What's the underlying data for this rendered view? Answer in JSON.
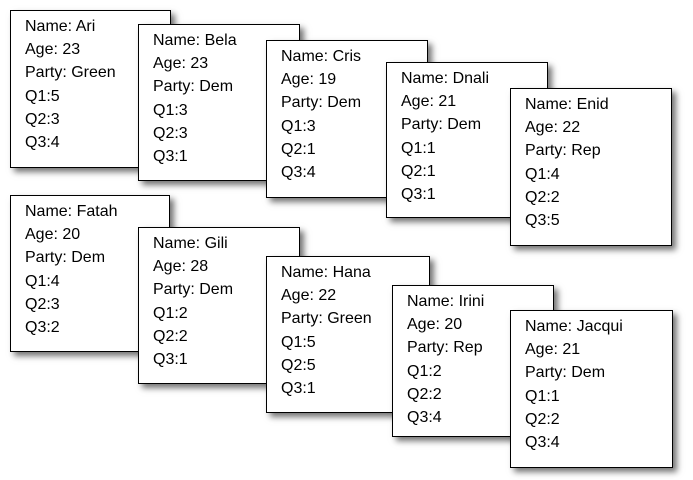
{
  "cards": [
    {
      "name": "Name: Ari",
      "age": "Age: 23",
      "party": "Party: Green",
      "q1": "Q1:5",
      "q2": "Q2:3",
      "q3": "Q3:4"
    },
    {
      "name": "Name: Bela",
      "age": "Age: 23",
      "party": "Party: Dem",
      "q1": "Q1:3",
      "q2": "Q2:3",
      "q3": "Q3:1"
    },
    {
      "name": "Name: Cris",
      "age": "Age: 19",
      "party": "Party: Dem",
      "q1": "Q1:3",
      "q2": "Q2:1",
      "q3": "Q3:4"
    },
    {
      "name": "Name: Dnali",
      "age": "Age: 21",
      "party": "Party: Dem",
      "q1": "Q1:1",
      "q2": "Q2:1",
      "q3": "Q3:1"
    },
    {
      "name": "Name: Enid",
      "age": "Age: 22",
      "party": "Party: Rep",
      "q1": "Q1:4",
      "q2": "Q2:2",
      "q3": "Q3:5"
    },
    {
      "name": "Name: Fatah",
      "age": "Age: 20",
      "party": "Party: Dem",
      "q1": "Q1:4",
      "q2": "Q2:3",
      "q3": "Q3:2"
    },
    {
      "name": "Name: Gili",
      "age": "Age: 28",
      "party": "Party: Dem",
      "q1": "Q1:2",
      "q2": "Q2:2",
      "q3": "Q3:1"
    },
    {
      "name": "Name: Hana",
      "age": "Age: 22",
      "party": "Party: Green",
      "q1": "Q1:5",
      "q2": "Q2:5",
      "q3": "Q3:1"
    },
    {
      "name": "Name: Irini",
      "age": "Age: 20",
      "party": "Party: Rep",
      "q1": "Q1:2",
      "q2": "Q2:2",
      "q3": "Q3:4"
    },
    {
      "name": "Name: Jacqui",
      "age": "Age: 21",
      "party": "Party: Dem",
      "q1": "Q1:1",
      "q2": "Q2:2",
      "q3": "Q3:4"
    }
  ]
}
